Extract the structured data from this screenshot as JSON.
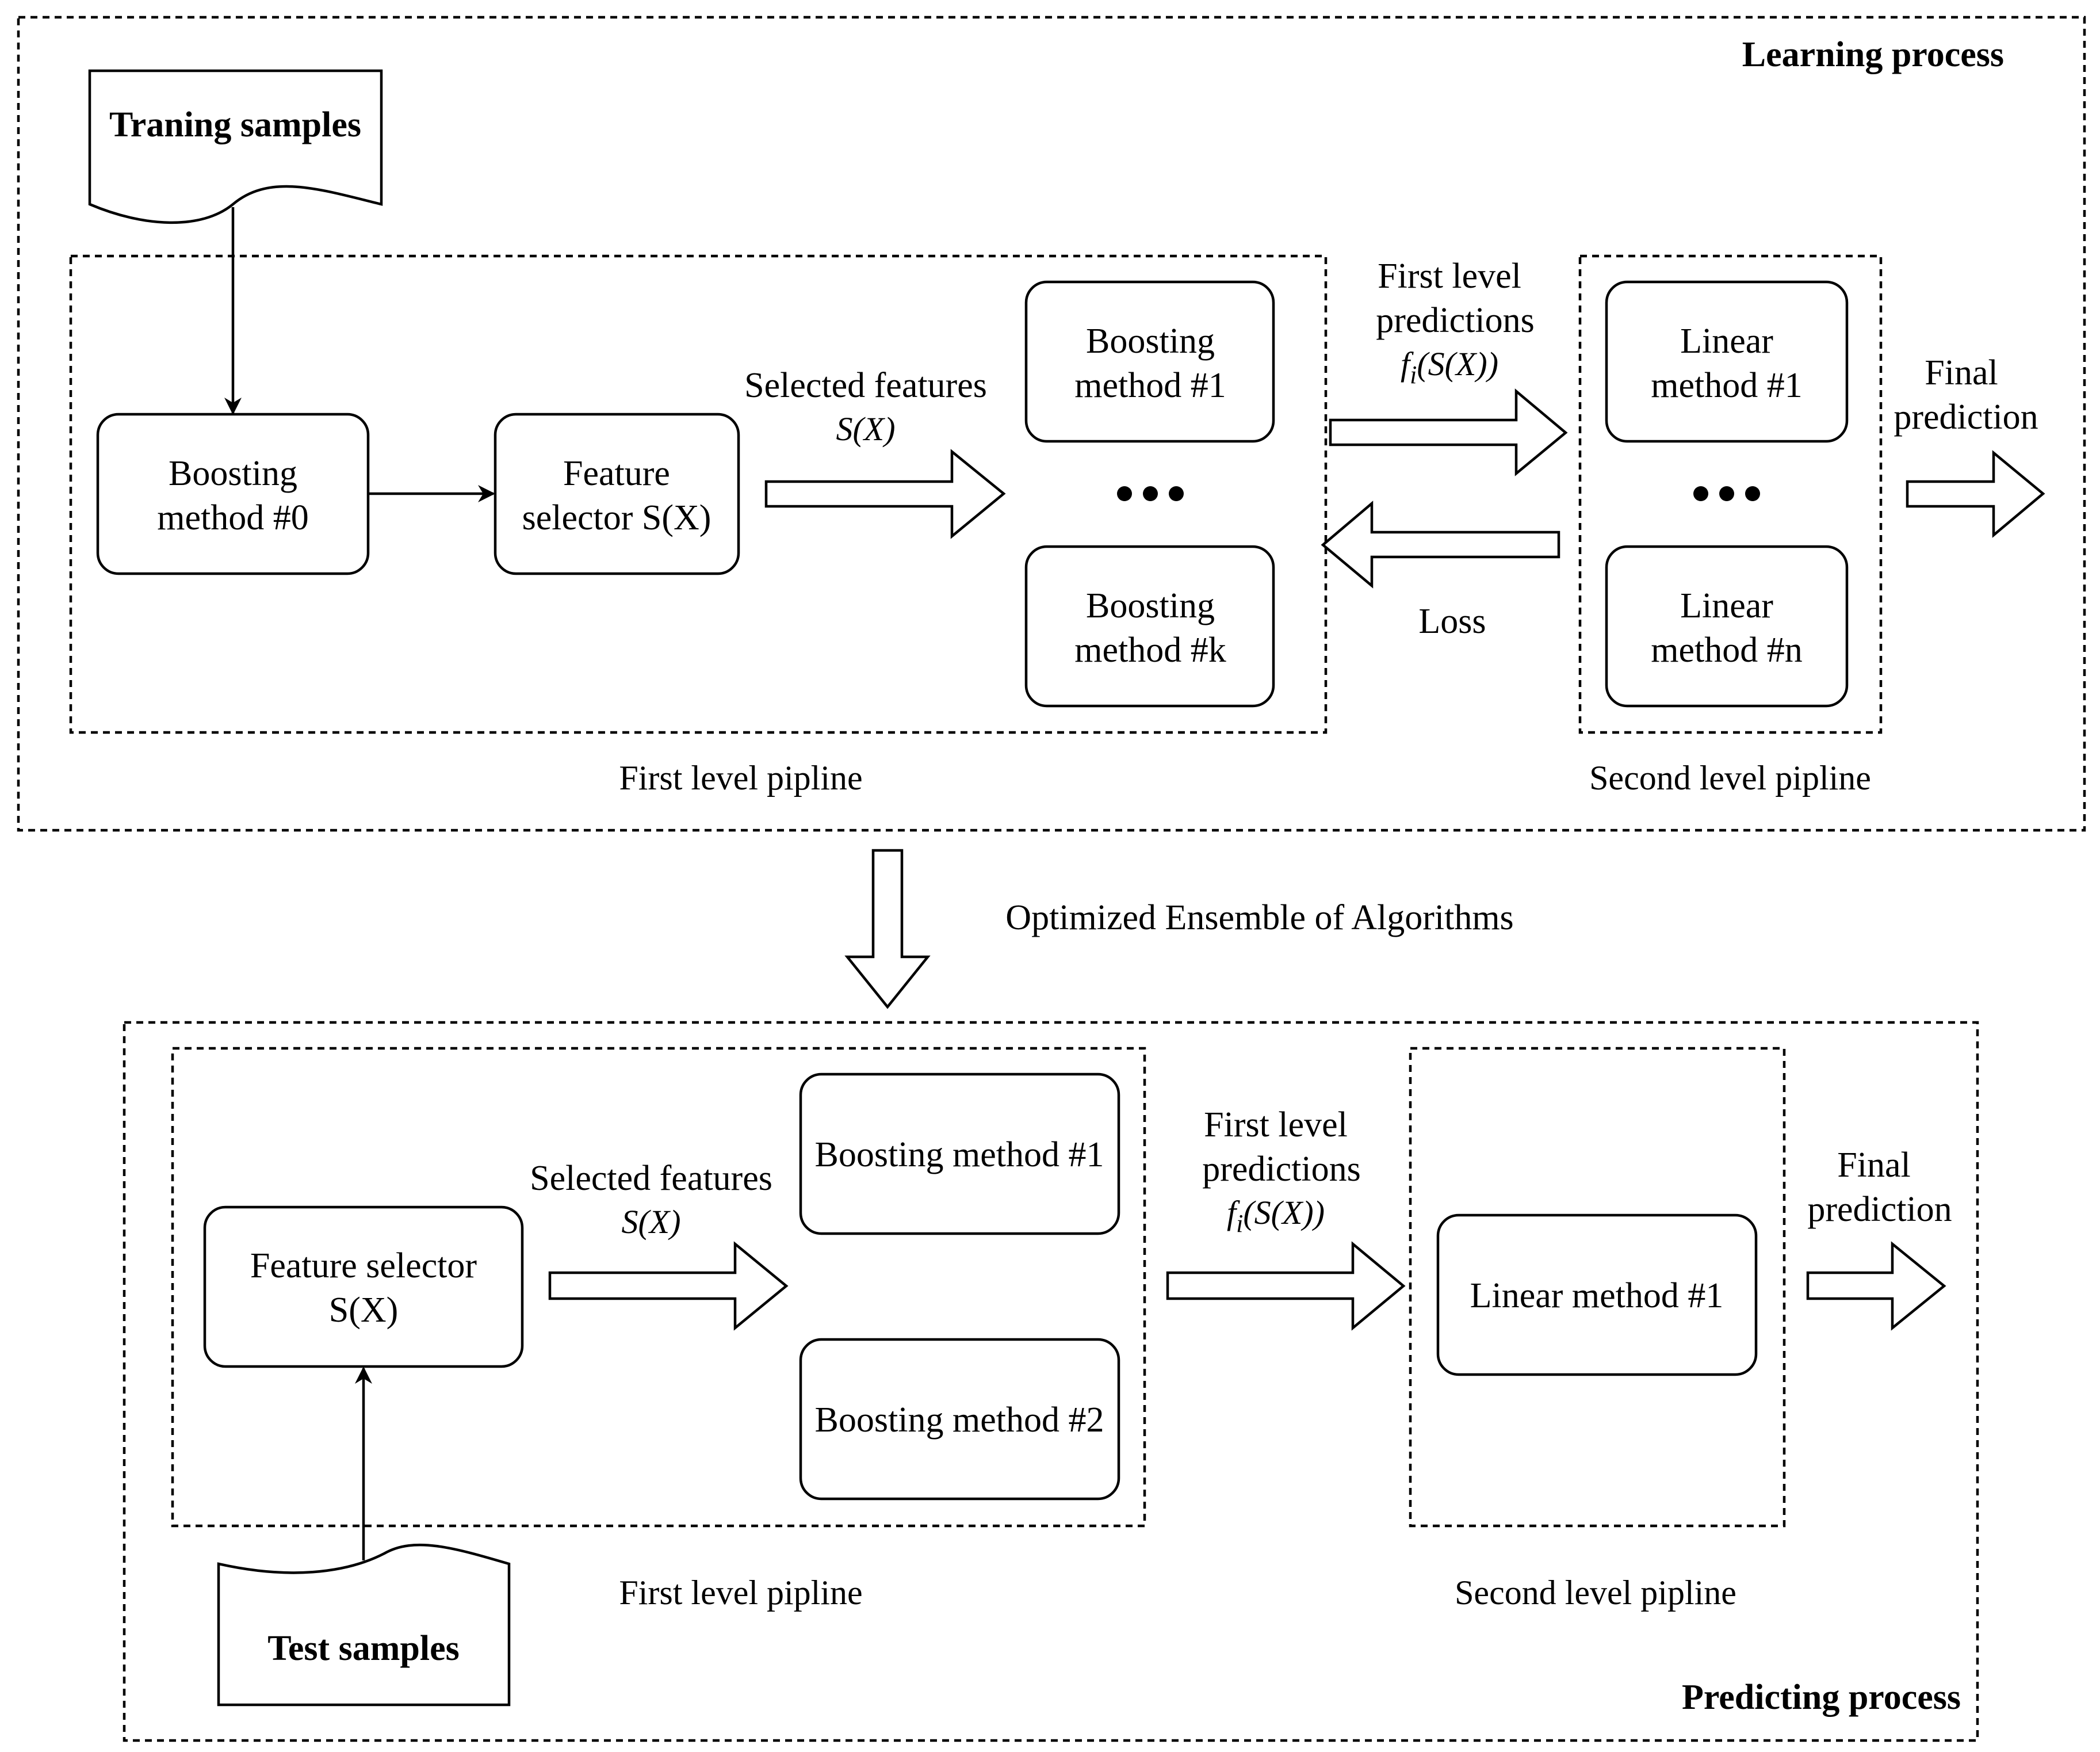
{
  "learning": {
    "title": "Learning process",
    "training_samples": "Traning samples",
    "boost0": [
      "Boosting",
      "method #0"
    ],
    "selector": [
      "Feature",
      "selector S(X)"
    ],
    "selected_features": "Selected features",
    "sx": "S(X)",
    "boost1": [
      "Boosting",
      "method #1"
    ],
    "boostk": [
      "Boosting",
      "method #k"
    ],
    "first_level_predictions": [
      "First level",
      "predictions"
    ],
    "fi_f": "f",
    "fi_i": "i",
    "fi_rest": "(S(X))",
    "loss": "Loss",
    "lin1": [
      "Linear",
      "method #1"
    ],
    "linn": [
      "Linear",
      "method #n"
    ],
    "final_prediction": [
      "Final",
      "prediction"
    ],
    "first_pipeline": "First level pipline",
    "second_pipeline": "Second level pipline"
  },
  "transition": {
    "label": "Optimized Ensemble of Algorithms"
  },
  "predicting": {
    "title": "Predicting process",
    "test_samples": "Test samples",
    "selector": [
      "Feature selector",
      "S(X)"
    ],
    "selected_features": "Selected features",
    "sx": "S(X)",
    "boost1": "Boosting method #1",
    "boost2": "Boosting method #2",
    "first_level_predictions": [
      "First level",
      "predictions"
    ],
    "fi_f": "f",
    "fi_i": "i",
    "fi_rest": "(S(X))",
    "lin1": "Linear method #1",
    "final_prediction": [
      "Final",
      "prediction"
    ],
    "first_pipeline": "First level pipline",
    "second_pipeline": "Second level pipline"
  }
}
